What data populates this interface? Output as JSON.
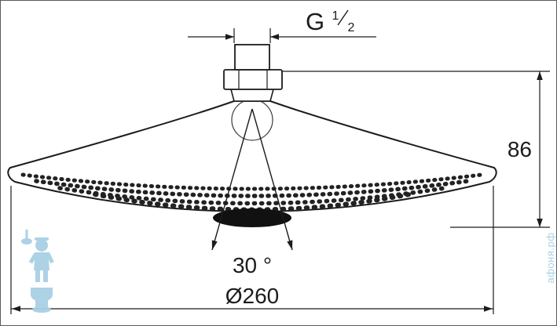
{
  "drawing": {
    "thread_label": {
      "prefix": "G",
      "numerator": "1",
      "denominator": "2"
    },
    "height": "86",
    "spray_angle": "30 °",
    "diameter": "Ø260"
  },
  "watermark": {
    "text": "афоня.рф"
  },
  "colors": {
    "line": "#1c1c1c",
    "watermark": "#a9cfe4"
  }
}
